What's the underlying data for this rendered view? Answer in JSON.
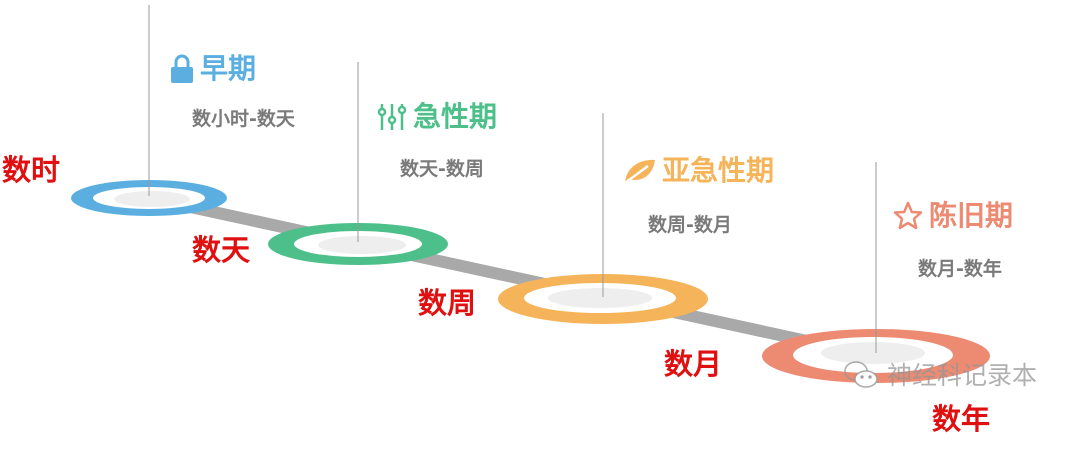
{
  "stages": [
    {
      "title": "早期",
      "range": "数小时-数天",
      "icon": "lock-icon",
      "color": "#5aafe0",
      "time_label": "数时"
    },
    {
      "title": "急性期",
      "range": "数天-数周",
      "icon": "sliders-icon",
      "color": "#4cbf8a",
      "time_label": "数天"
    },
    {
      "title": "亚急性期",
      "range": "数周-数月",
      "icon": "leaf-icon",
      "color": "#f5b45a",
      "time_label": "数周"
    },
    {
      "title": "陈旧期",
      "range": "数月-数年",
      "icon": "star-icon",
      "color": "#ec8a72",
      "time_label": "数月"
    }
  ],
  "final_time_label": "数年",
  "watermark": "神经科记录本",
  "colors": {
    "time_label": "#e01010",
    "connector": "#a9a9a9",
    "range_text": "#7a7a7a"
  }
}
